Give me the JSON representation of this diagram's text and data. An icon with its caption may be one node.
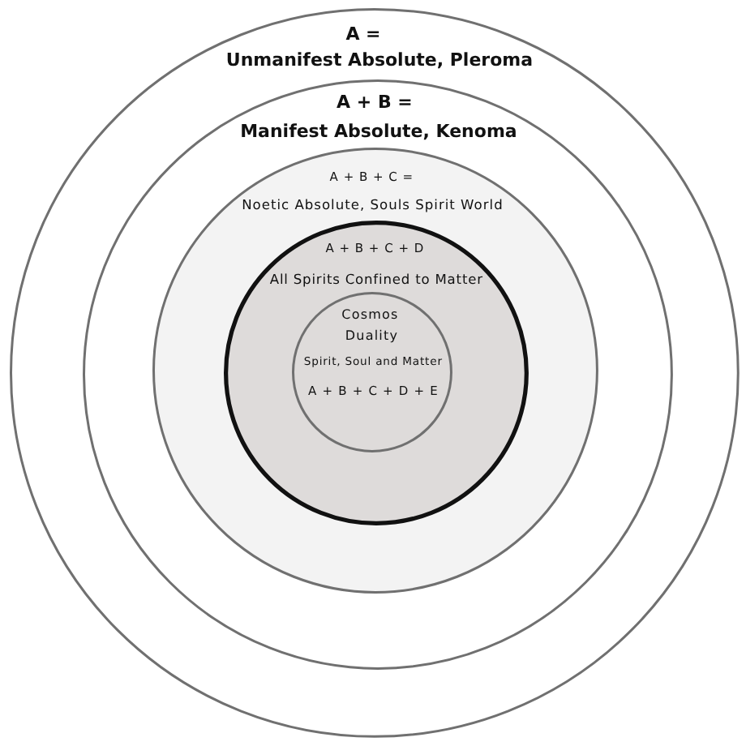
{
  "diagram": {
    "nodes": [
      {
        "text": [
          "A =",
          "Unmanifest Absolute, Pleroma"
        ]
      },
      {
        "text": [
          "A + B =",
          "Manifest Absolute, Kenoma"
        ],
        "in": 0
      },
      {
        "text": [
          "A + B + C =",
          "Noetic Absolute, Souls Spirit World"
        ],
        "in": 1
      },
      {
        "text": [
          "A + B + C + D",
          "All Spirits Confined to Matter"
        ],
        "in": 2
      },
      {
        "text": [
          "Cosmos",
          "Duality",
          "Spirit, Soul and Matter",
          "A + B + C + D + E"
        ],
        "in": 3
      }
    ]
  }
}
